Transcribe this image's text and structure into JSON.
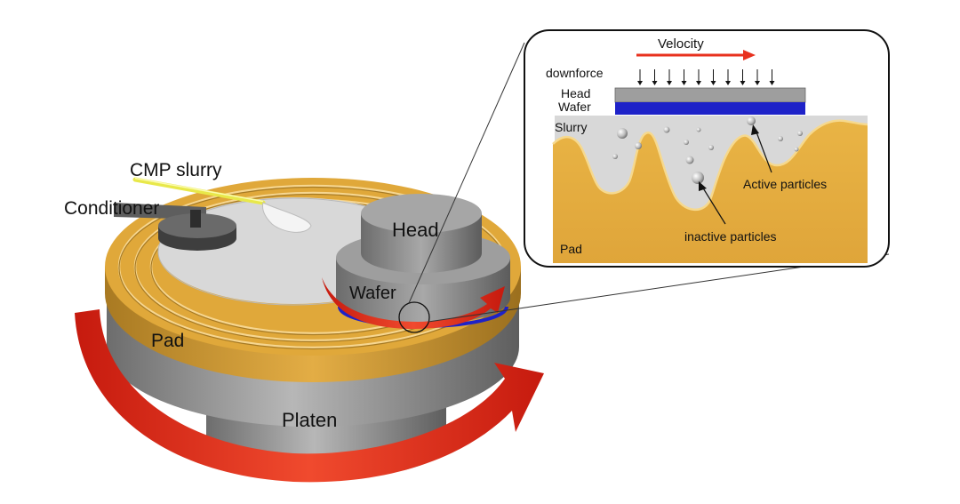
{
  "labels": {
    "cmp_slurry": "CMP slurry",
    "conditioner": "Conditioner",
    "head": "Head",
    "wafer": "Wafer",
    "pad": "Pad",
    "platen": "Platen"
  },
  "inset": {
    "velocity": "Velocity",
    "downforce": "downforce",
    "head": "Head",
    "wafer": "Wafer",
    "slurry": "Slurry",
    "active_particles": "Active particles",
    "inactive_particles": "inactive particles",
    "pad": "Pad"
  },
  "colors": {
    "pad": "#E0A83A",
    "pad_dark": "#B8862A",
    "pad_light": "#F2C766",
    "slurry": "#D8D8D8",
    "platen": "#9A9A9A",
    "head": "#9E9E9E",
    "wafer": "#1E22C8",
    "rotation_arrow": "#E8311E",
    "slurry_tube": "#E8E84A"
  }
}
